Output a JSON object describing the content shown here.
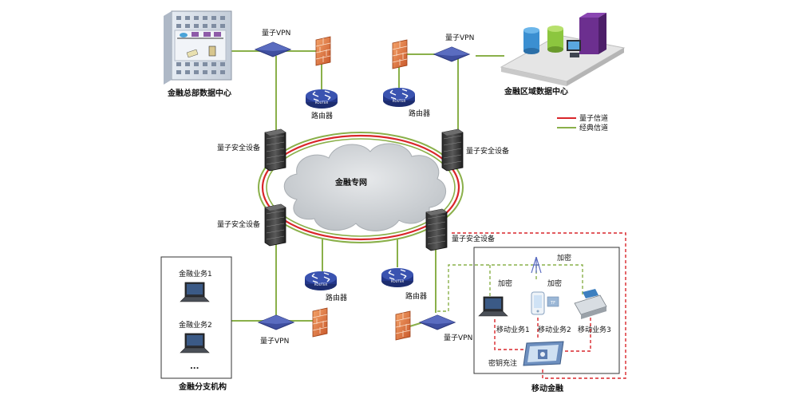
{
  "diagram": {
    "central_network": "金融专网",
    "nodes": {
      "hq_datacenter": "金融总部数据中心",
      "regional_datacenter": "金融区域数据中心",
      "branch": "金融分支机构",
      "mobile_finance": "移动金融"
    },
    "vpn_label": "量子VPN",
    "router_label": "路由器",
    "security_device_label": "量子安全设备",
    "branch_services": [
      "金融业务1",
      "金融业务2",
      "..."
    ],
    "mobile_services": [
      "移动业务1",
      "移动业务2",
      "移动业务3"
    ],
    "encrypt_label": "加密",
    "key_recharge_label": "密钥充注",
    "legend": [
      {
        "label": "量子信道",
        "color": "#d9262b"
      },
      {
        "label": "经典信道",
        "color": "#8ab04a"
      }
    ],
    "colors": {
      "quantum_channel": "#d9262b",
      "classic_channel": "#8ab04a",
      "vpn": "#3f4fa0",
      "firewall": "#e07a3c",
      "router": "#2b3e8f",
      "cloud": "#c9cdd1"
    }
  }
}
